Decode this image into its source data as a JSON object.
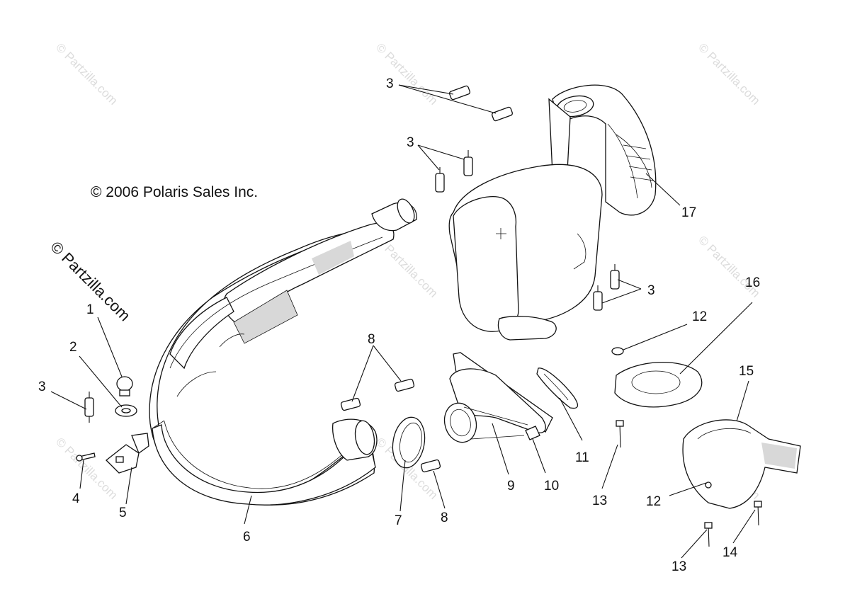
{
  "copyright": "© 2006 Polaris Sales Inc.",
  "watermark_side": "© Partzilla.com",
  "watermark": "© Partzilla.com",
  "callouts": {
    "c1": "1",
    "c2": "2",
    "c3a": "3",
    "c3b": "3",
    "c3c": "3",
    "c3d": "3",
    "c4": "4",
    "c5": "5",
    "c6": "6",
    "c7": "7",
    "c8a": "8",
    "c8b": "8",
    "c9": "9",
    "c10": "10",
    "c11": "11",
    "c12a": "12",
    "c12b": "12",
    "c13a": "13",
    "c13b": "13",
    "c14": "14",
    "c15": "15",
    "c16": "16",
    "c17": "17"
  }
}
